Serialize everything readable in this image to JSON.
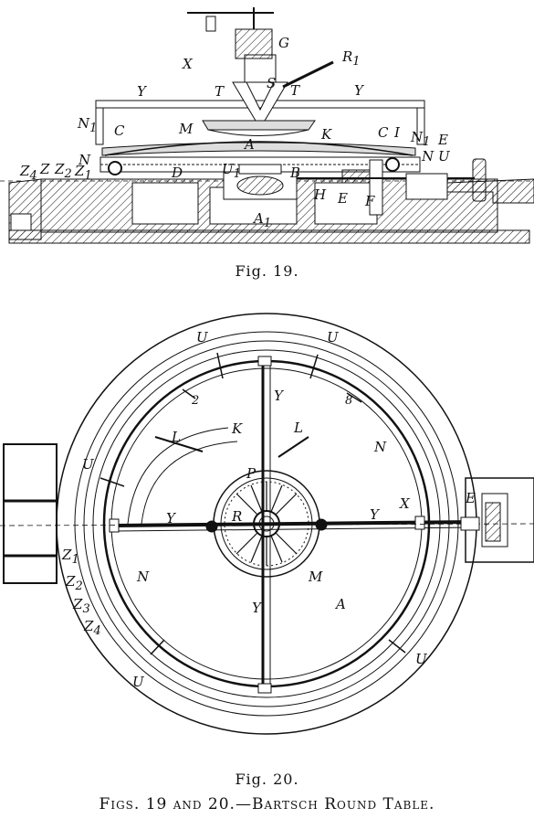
{
  "figure19": {
    "caption": "Fig. 19.",
    "labels": {
      "G": "G",
      "X": "X",
      "R1": "R",
      "R1_sub": "1",
      "S": "S",
      "T_left": "T",
      "T_right": "T",
      "Y_left": "Y",
      "Y_right": "Y",
      "N1_left": "N",
      "N1_left_sub": "1",
      "C_left": "C",
      "M": "M",
      "K": "K",
      "C_right": "C",
      "I": "I",
      "N1_right": "N",
      "N1_right_sub": "1",
      "E_top": "E",
      "A": "A",
      "N_left": "N",
      "N_right": "N",
      "U": "U",
      "Z4": "Z",
      "Z4_sub": "4",
      "Z": "Z",
      "Z2": "Z",
      "Z2_sub": "2",
      "Z1": "Z",
      "Z1_sub": "1",
      "D": "D",
      "U1": "U",
      "U1_sub": "1",
      "B": "B",
      "H": "H",
      "E_low": "E",
      "F": "F",
      "A1": "A",
      "A1_sub": "1"
    }
  },
  "figure20": {
    "caption": "Fig. 20.",
    "labels": {
      "U_top1": "U",
      "U_top2": "U",
      "Y_top": "Y",
      "num2": "2",
      "num8": "8",
      "N_right": "N",
      "L_left": "L",
      "K": "K",
      "L_right": "L",
      "U_left": "U",
      "P": "P",
      "R": "R",
      "Y_left": "Y",
      "Y_right": "Y",
      "X": "X",
      "E": "E",
      "Z1": "Z",
      "Z1_sub": "1",
      "N_left": "N",
      "Z2": "Z",
      "Z2_sub": "2",
      "Z3": "Z",
      "Z3_sub": "3",
      "Z4": "Z",
      "Z4_sub": "4",
      "M": "M",
      "Y_bottom": "Y",
      "A": "A",
      "U_bottom": "U",
      "U_bottom_right": "U"
    }
  },
  "caption": "Figs. 19 and 20.—Bartsch Round Table."
}
